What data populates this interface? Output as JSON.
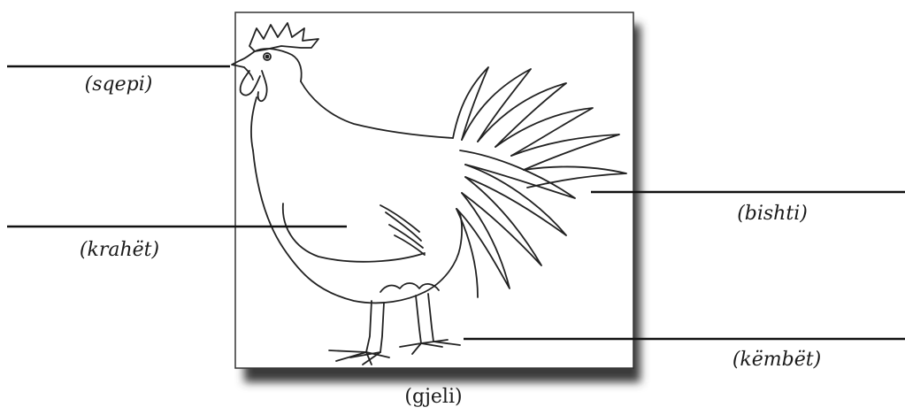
{
  "caption": "(gjeli)",
  "labels": {
    "beak": "(sqepi)",
    "wings": "(krahët)",
    "tail": "(bishti)",
    "legs": "(këmbët)"
  }
}
